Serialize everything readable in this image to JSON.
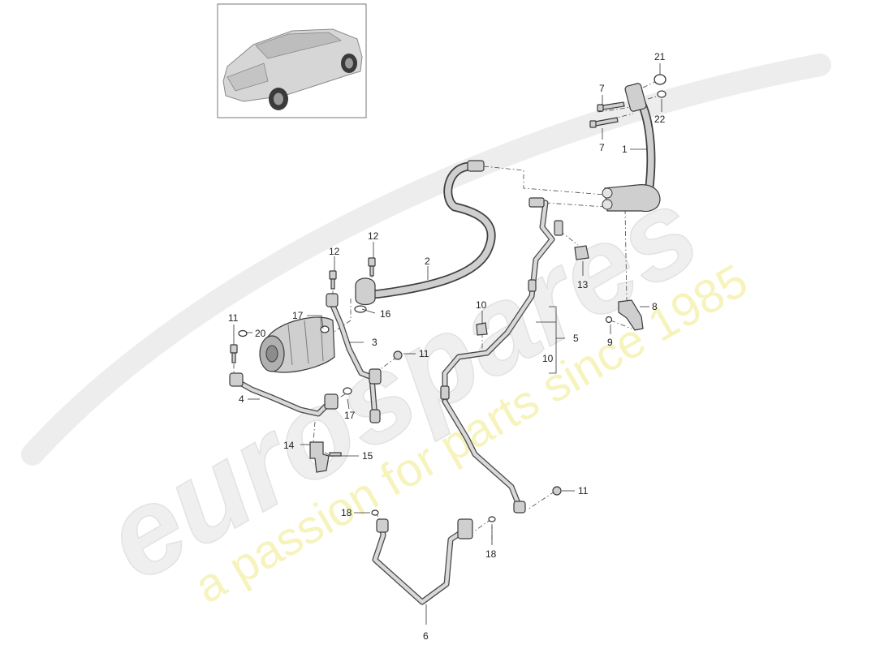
{
  "watermark": {
    "brand": "eurospares",
    "tagline": "a passion for parts since 1985"
  },
  "thumbnail": {
    "icon": "car-suv-icon"
  },
  "callouts": [
    {
      "id": "c1",
      "text": "1"
    },
    {
      "id": "c2",
      "text": "2"
    },
    {
      "id": "c3",
      "text": "3"
    },
    {
      "id": "c4",
      "text": "4"
    },
    {
      "id": "c5",
      "text": "5"
    },
    {
      "id": "c6",
      "text": "6"
    },
    {
      "id": "c7a",
      "text": "7"
    },
    {
      "id": "c7b",
      "text": "7"
    },
    {
      "id": "c8",
      "text": "8"
    },
    {
      "id": "c9",
      "text": "9"
    },
    {
      "id": "c10a",
      "text": "10"
    },
    {
      "id": "c10b",
      "text": "10"
    },
    {
      "id": "c11a",
      "text": "11"
    },
    {
      "id": "c11b",
      "text": "11"
    },
    {
      "id": "c11c",
      "text": "11"
    },
    {
      "id": "c12a",
      "text": "12"
    },
    {
      "id": "c12b",
      "text": "12"
    },
    {
      "id": "c13",
      "text": "13"
    },
    {
      "id": "c14",
      "text": "14"
    },
    {
      "id": "c15",
      "text": "15"
    },
    {
      "id": "c16",
      "text": "16"
    },
    {
      "id": "c17a",
      "text": "17"
    },
    {
      "id": "c17b",
      "text": "17"
    },
    {
      "id": "c18a",
      "text": "18"
    },
    {
      "id": "c18b",
      "text": "18"
    },
    {
      "id": "c20",
      "text": "20"
    },
    {
      "id": "c21",
      "text": "21"
    },
    {
      "id": "c22",
      "text": "22"
    }
  ]
}
